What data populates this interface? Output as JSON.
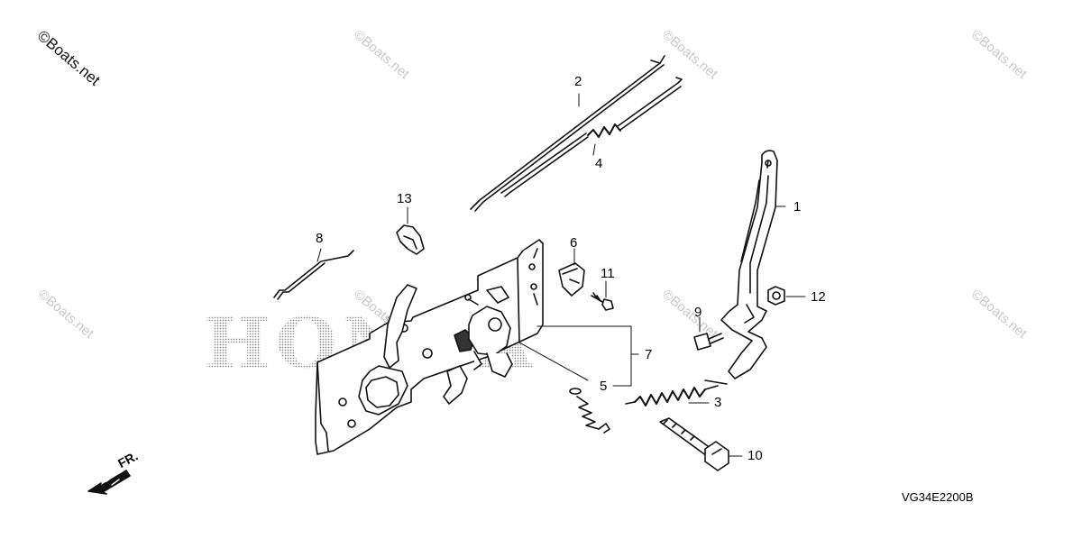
{
  "watermarks": {
    "main": "©Boats.net",
    "repeat": "©Boats.net"
  },
  "brand_text": "HONDA",
  "diagram_code": "VG34E2200B",
  "front_indicator": "FR.",
  "callouts": [
    {
      "id": "c1",
      "label": "1"
    },
    {
      "id": "c2",
      "label": "2"
    },
    {
      "id": "c3",
      "label": "3"
    },
    {
      "id": "c4",
      "label": "4"
    },
    {
      "id": "c5",
      "label": "5"
    },
    {
      "id": "c6",
      "label": "6"
    },
    {
      "id": "c7",
      "label": "7"
    },
    {
      "id": "c8",
      "label": "8"
    },
    {
      "id": "c9",
      "label": "9"
    },
    {
      "id": "c10",
      "label": "10"
    },
    {
      "id": "c11",
      "label": "11"
    },
    {
      "id": "c12",
      "label": "12"
    },
    {
      "id": "c13",
      "label": "13"
    }
  ],
  "colors": {
    "line": "#111111",
    "watermark": "#c9c9c9",
    "honda_dots": "#9a9a9a"
  }
}
